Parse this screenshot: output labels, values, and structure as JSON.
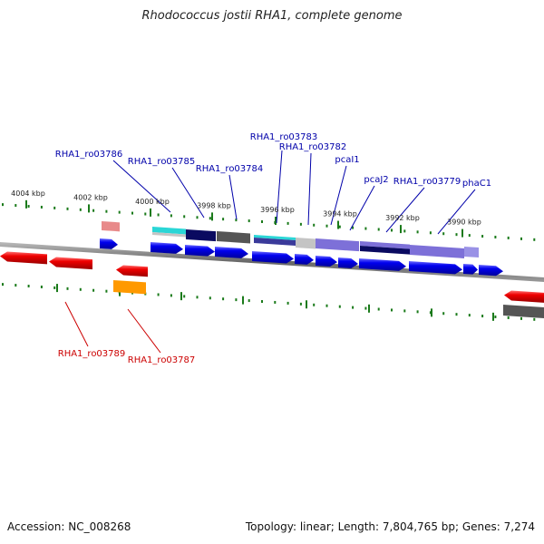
{
  "title": "Rhodococcus jostii RHA1, complete genome",
  "accession": "Accession: NC_008268",
  "summary": "Topology: linear; Length: 7,804,765 bp; Genes: 7,274",
  "colors": {
    "forward_gene": "#0000ee",
    "reverse_gene": "#ee0000",
    "forward_label": "#0000aa",
    "reverse_label": "#cc0000",
    "backbone": "#7a7a7a",
    "tick": "#1a7a1a",
    "ruler_label": "#222222"
  },
  "ruler": [
    {
      "label": "4004 kbp"
    },
    {
      "label": "4002 kbp"
    },
    {
      "label": "4000 kbp"
    },
    {
      "label": "3998 kbp"
    },
    {
      "label": "3996 kbp"
    },
    {
      "label": "3994 kbp"
    },
    {
      "label": "3992 kbp"
    },
    {
      "label": "3990 kbp"
    }
  ],
  "forward_labels": [
    {
      "text": "RHA1_ro03786"
    },
    {
      "text": "RHA1_ro03785"
    },
    {
      "text": "RHA1_ro03784"
    },
    {
      "text": "RHA1_ro03783"
    },
    {
      "text": "RHA1_ro03782"
    },
    {
      "text": "pcaI1"
    },
    {
      "text": "pcaJ2"
    },
    {
      "text": "RHA1_ro03779"
    },
    {
      "text": "phaC1"
    }
  ],
  "reverse_labels": [
    {
      "text": "RHA1_ro03789"
    },
    {
      "text": "RHA1_ro03787"
    }
  ],
  "annotation_colors": {
    "cyan": "#2ad6d6",
    "navy": "#0a0a60",
    "gray": "#555555",
    "light_gray": "#c4c4c4",
    "lavender": "#7d70d8",
    "pink": "#e88a8a",
    "orange": "#ff9900"
  }
}
